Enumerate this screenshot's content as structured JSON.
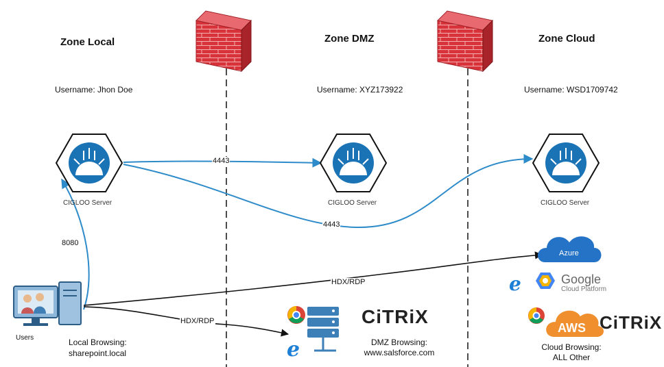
{
  "zones": [
    {
      "title": "Zone Local",
      "username": "Username: Jhon Doe",
      "server": "CIGLOO Server"
    },
    {
      "title": "Zone DMZ",
      "username": "Username: XYZ173922",
      "server": "CIGLOO Server"
    },
    {
      "title": "Zone Cloud",
      "username": "Username: WSD1709742",
      "server": "CIGLOO Server"
    }
  ],
  "connections": {
    "users_to_local": "8080",
    "local_to_dmz": "4443",
    "local_to_cloud": "4443",
    "users_to_dmz": "HDX/RDP",
    "users_to_cloud": "HDX/RDP"
  },
  "users": {
    "label": "Users"
  },
  "local_browsing": {
    "line1": "Local Browsing:",
    "line2": "sharepoint.local"
  },
  "dmz_browsing": {
    "line1": "DMZ Browsing:",
    "line2": "www.salsforce.com",
    "brand": "CiTRiX"
  },
  "cloud_browsing": {
    "line1": "Cloud Browsing:",
    "line2": "ALL Other",
    "azure": "Azure",
    "google_1": "Google",
    "google_2": "Cloud Platform",
    "aws": "AWS",
    "brand": "CiTRiX"
  },
  "colors": {
    "accent": "#2e8bc9",
    "server_icon": "#1a73b5",
    "firewall": "#d8333a",
    "line": "#111111"
  }
}
